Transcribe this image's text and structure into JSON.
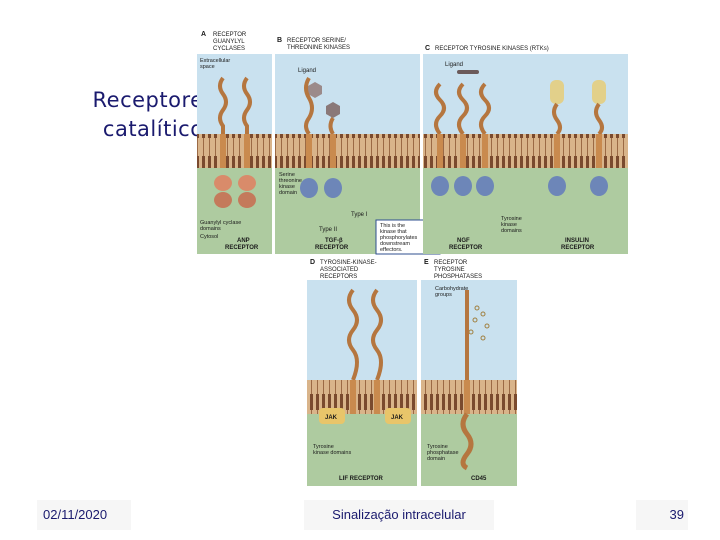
{
  "slide": {
    "title_line1": "Receptores",
    "title_line2": "catalíticos"
  },
  "footer": {
    "date": "02/11/2020",
    "subject": "Sinalização intracelular",
    "page": "39"
  },
  "figure": {
    "panel_a": {
      "header_letter": "A",
      "header_line1": "RECEPTOR",
      "header_line2": "GUANYLYL",
      "header_line3": "CYCLASES",
      "extracellular_1": "Extracellular",
      "extracellular_2": "space",
      "domains_1": "Guanylyl cyclase",
      "domains_2": "domains",
      "cytosol": "Cytosol",
      "receptor_1": "ANP",
      "receptor_2": "RECEPTOR"
    },
    "panel_b": {
      "header_letter": "B",
      "header_line1": "RECEPTOR SERINE/",
      "header_line2": "THREONINE KINASES",
      "ligand": "Ligand",
      "kinase_1": "Serine",
      "kinase_2": "threonine",
      "kinase_3": "kinase",
      "kinase_4": "domain",
      "type1": "Type I",
      "type2": "Type II",
      "receptor_1": "TGF-β",
      "receptor_2": "RECEPTOR"
    },
    "callout": {
      "line1": "This is the",
      "line2": "kinase that",
      "line3": "phosphorylates",
      "line4": "downstream",
      "line5": "effectors."
    },
    "panel_c": {
      "header_letter": "C",
      "header": "RECEPTOR TYROSINE KINASES (RTKs)",
      "ligand": "Ligand",
      "tk_1": "Tyrosine",
      "tk_2": "kinase",
      "tk_3": "domains",
      "ngf_1": "NGF",
      "ngf_2": "RECEPTOR",
      "ins_1": "INSULIN",
      "ins_2": "RECEPTOR"
    },
    "panel_d": {
      "header_letter": "D",
      "header_line1": "TYROSINE-KINASE-",
      "header_line2": "ASSOCIATED",
      "header_line3": "RECEPTORS",
      "jak": "JAK",
      "domains_1": "Tyrosine",
      "domains_2": "kinase domains",
      "receptor": "LIF RECEPTOR"
    },
    "panel_e": {
      "header_letter": "E",
      "header_line1": "RECEPTOR",
      "header_line2": "TYROSINE",
      "header_line3": "PHOSPHATASES",
      "carb_1": "Carbohydrate",
      "carb_2": "groups",
      "ptp_1": "Tyrosine",
      "ptp_2": "phosphatase",
      "ptp_3": "domain",
      "receptor": "CD45"
    },
    "colors": {
      "extracellular": "#c9e1ef",
      "cytosol": "#aecba0",
      "membrane": "#8c5a3c",
      "protein": "#d9a16a",
      "domain": "#6d86b8"
    }
  }
}
